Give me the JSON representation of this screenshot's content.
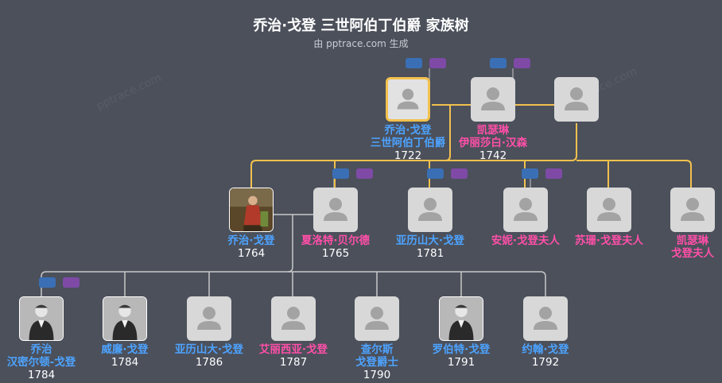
{
  "header": {
    "title": "乔治·戈登 三世阿伯丁伯爵 家族树",
    "subtitle": "由 pptrace.com 生成"
  },
  "watermark": "pptrace.com",
  "colors": {
    "male": "#4da3ff",
    "female": "#ff4fa8",
    "link_gold": "#f2c14e",
    "link_gray": "#c8c8c8",
    "background": "#4b505b"
  },
  "people": [
    {
      "id": "p1",
      "name": [
        "乔治·戈登",
        "三世阿伯丁伯爵"
      ],
      "year": "1722",
      "gender": "m",
      "selected": true
    },
    {
      "id": "p2",
      "name": [
        "凯瑟琳",
        "伊丽莎白·汉森"
      ],
      "year": "1742",
      "gender": "f"
    },
    {
      "id": "p3",
      "name": [],
      "year": "",
      "gender": "m"
    },
    {
      "id": "c1",
      "name": [
        "乔治·戈登"
      ],
      "year": "1764",
      "gender": "m",
      "photo": "color"
    },
    {
      "id": "c2",
      "name": [
        "夏洛特·贝尔德"
      ],
      "year": "1765",
      "gender": "f"
    },
    {
      "id": "c3",
      "name": [
        "亚历山大·戈登"
      ],
      "year": "1781",
      "gender": "m"
    },
    {
      "id": "c4",
      "name": [
        "安妮·戈登夫人"
      ],
      "year": "",
      "gender": "f"
    },
    {
      "id": "c5",
      "name": [
        "苏珊·戈登夫人"
      ],
      "year": "",
      "gender": "f"
    },
    {
      "id": "c6",
      "name": [
        "凯瑟琳",
        "戈登夫人"
      ],
      "year": "",
      "gender": "f"
    },
    {
      "id": "g1",
      "name": [
        "乔治",
        "汉密尔顿-戈登"
      ],
      "year": "1784",
      "gender": "m",
      "photo": "bw"
    },
    {
      "id": "g2",
      "name": [
        "威廉·戈登"
      ],
      "year": "1784",
      "gender": "m",
      "photo": "bw"
    },
    {
      "id": "g3",
      "name": [
        "亚历山大·戈登"
      ],
      "year": "1786",
      "gender": "m"
    },
    {
      "id": "g4",
      "name": [
        "艾丽西亚·戈登"
      ],
      "year": "1787",
      "gender": "f"
    },
    {
      "id": "g5",
      "name": [
        "查尔斯",
        "戈登爵士"
      ],
      "year": "1790",
      "gender": "m"
    },
    {
      "id": "g6",
      "name": [
        "罗伯特·戈登"
      ],
      "year": "1791",
      "gender": "m",
      "photo": "bw"
    },
    {
      "id": "g7",
      "name": [
        "约翰·戈登"
      ],
      "year": "1792",
      "gender": "m"
    }
  ]
}
